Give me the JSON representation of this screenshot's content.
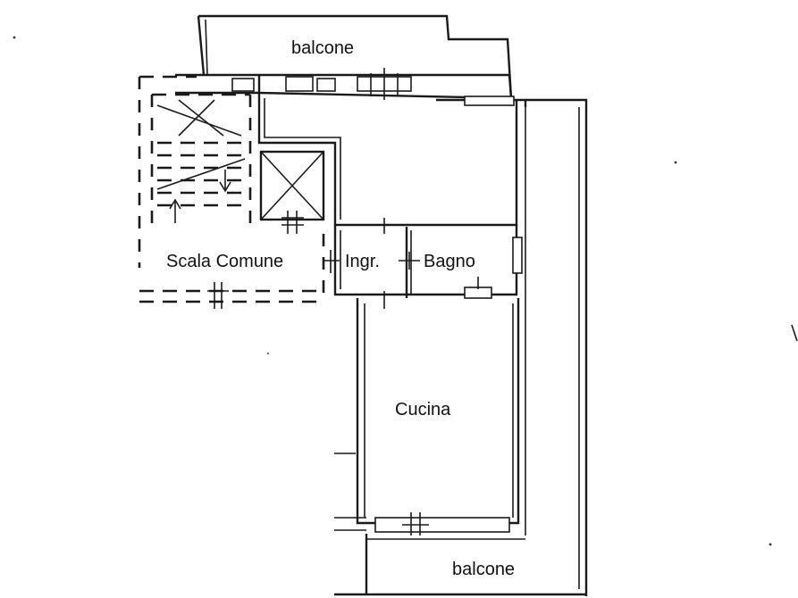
{
  "rooms": {
    "balcone_top": "balcone",
    "scala_comune": "Scala Comune",
    "ingresso": "Ingr.",
    "bagno": "Bagno",
    "cucina": "Cucina",
    "balcone_bottom": "balcone"
  },
  "colors": {
    "line": "#1a1a1a",
    "background": "#ffffff"
  }
}
